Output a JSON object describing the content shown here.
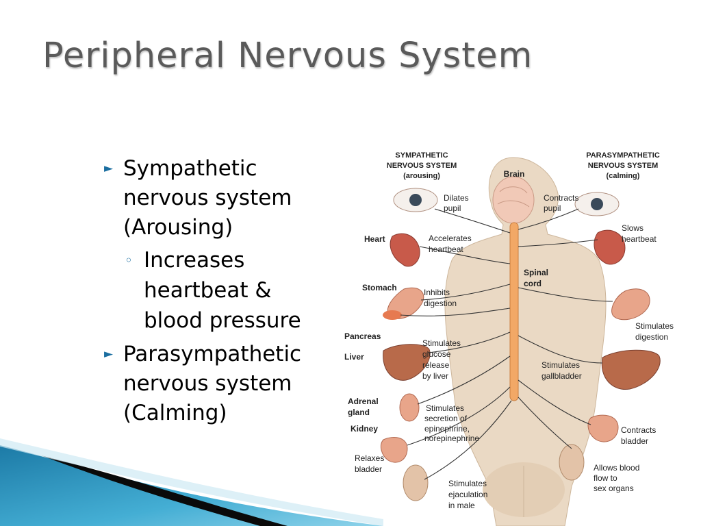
{
  "slide": {
    "title": "Peripheral Nervous System",
    "bullets": [
      {
        "text": "Sympathetic nervous system (Arousing)",
        "sub": [
          "Increases heartbeat & blood pressure"
        ]
      },
      {
        "text": "Parasympathetic nervous system (Calming)",
        "sub": []
      }
    ]
  },
  "figure": {
    "sympathetic_header": [
      "SYMPATHETIC",
      "NERVOUS SYSTEM",
      "(arousing)"
    ],
    "parasympathetic_header": [
      "PARASYMPATHETIC",
      "NERVOUS SYSTEM",
      "(calming)"
    ],
    "brain": "Brain",
    "spinal_cord": [
      "Spinal",
      "cord"
    ],
    "organs": {
      "heart": "Heart",
      "stomach": "Stomach",
      "pancreas": "Pancreas",
      "liver": "Liver",
      "adrenal": [
        "Adrenal",
        "gland"
      ],
      "kidney": "Kidney"
    },
    "sympathetic_effects": {
      "pupil": [
        "Dilates",
        "pupil"
      ],
      "heart": [
        "Accelerates",
        "heartbeat"
      ],
      "digestion": [
        "Inhibits",
        "digestion"
      ],
      "glucose": [
        "Stimulates",
        "glucose",
        "release",
        "by liver"
      ],
      "adrenal": [
        "Stimulates",
        "secretion of",
        "epinephrine,",
        "norepinephrine"
      ],
      "bladder": [
        "Relaxes",
        "bladder"
      ],
      "ejaculation": [
        "Stimulates",
        "ejaculation",
        "in male"
      ]
    },
    "parasympathetic_effects": {
      "pupil": [
        "Contracts",
        "pupil"
      ],
      "heart": [
        "Slows",
        "heartbeat"
      ],
      "digestion": [
        "Stimulates",
        "digestion"
      ],
      "gallbladder": [
        "Stimulates",
        "gallbladder"
      ],
      "bladder": [
        "Contracts",
        "bladder"
      ],
      "blood": [
        "Allows blood",
        "flow to",
        "sex organs"
      ]
    }
  },
  "colors": {
    "title": "#5a5a5a",
    "bullet_marker": "#1b6ea0",
    "accent_teal": "#3aa0c8",
    "skin": "#e8d6c0",
    "spine": "#f0a060"
  }
}
